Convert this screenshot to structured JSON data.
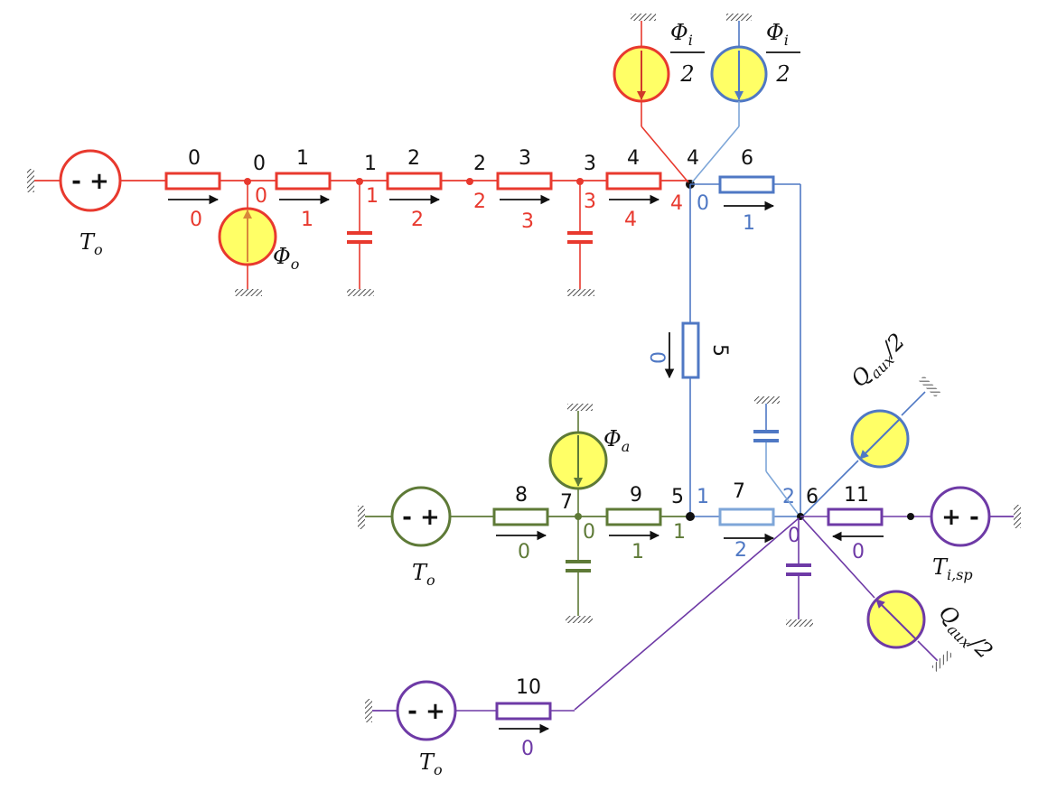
{
  "colors": {
    "red": "#e8392e",
    "blue": "#4f78c4",
    "light_blue": "#7ea6d8",
    "green": "#5e7a37",
    "purple": "#6e3aa6",
    "yellow": "#ffff66",
    "black": "#111111"
  },
  "sources": {
    "t_o_red": {
      "polarity": "- +",
      "label_base": "T",
      "label_sub": "o"
    },
    "t_o_green": {
      "polarity": "- +",
      "label_base": "T",
      "label_sub": "o"
    },
    "t_o_purple": {
      "polarity": "- +",
      "label_base": "T",
      "label_sub": "o"
    },
    "t_isp": {
      "polarity": "+ -",
      "label_base": "T",
      "label_sub": "i,sp"
    },
    "phi_o": {
      "label_base": "Φ",
      "label_sub": "o"
    },
    "phi_i_red": {
      "label_base": "Φ",
      "label_sub": "i",
      "denominator": "2"
    },
    "phi_i_blue": {
      "label_base": "Φ",
      "label_sub": "i",
      "denominator": "2"
    },
    "phi_a": {
      "label_base": "Φ",
      "label_sub": "a"
    },
    "q_aux_top": {
      "label_base": "Q",
      "label_sub": "aux",
      "suffix": "/2"
    },
    "q_aux_bottom": {
      "label_base": "Q",
      "label_sub": "aux",
      "suffix": "/2"
    }
  },
  "resistor_labels": [
    "0",
    "1",
    "2",
    "3",
    "4",
    "6",
    "5",
    "8",
    "9",
    "7",
    "11",
    "10"
  ],
  "node_labels": [
    "0",
    "1",
    "2",
    "3",
    "4",
    "7",
    "5",
    "6"
  ],
  "flow_labels": {
    "red": [
      "0",
      "1",
      "2",
      "3",
      "4"
    ],
    "blue_top": "1",
    "blue_vertical": "0",
    "green": [
      "0",
      "1"
    ],
    "blue_bottom": "2",
    "purple_11": "0",
    "purple_10": "0"
  },
  "node_incidence_labels": {
    "red": [
      "0",
      "1",
      "2",
      "3",
      "4"
    ],
    "blue_node4": "0",
    "green_node7": "0",
    "green_node5": "1",
    "blue_node5": "1",
    "blue_node6": "2",
    "purple_node6": "0"
  }
}
